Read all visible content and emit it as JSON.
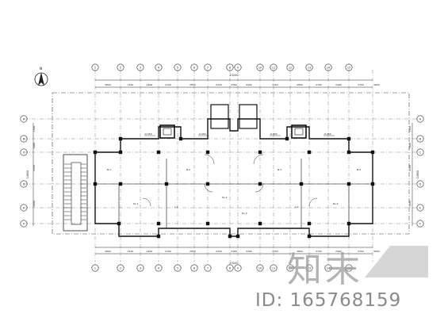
{
  "drawing": {
    "top_dims": [
      "3600",
      "3150",
      "2400",
      "2700",
      "2850",
      "3150",
      "3300",
      "3300",
      "3150",
      "2850",
      "2700",
      "2400",
      "3150",
      "3600"
    ],
    "total_dim": "43200",
    "left_dims": [
      "1500",
      "3900",
      "4200",
      "3000"
    ],
    "left_total": "12600",
    "right_dims": [
      "1500",
      "3900",
      "4200",
      "3000"
    ],
    "right_total": "12600",
    "axis_top": [
      "1",
      "2",
      "3",
      "4",
      "5",
      "6",
      "7",
      "8",
      "9",
      "10",
      "11",
      "12",
      "13",
      "14",
      "15"
    ],
    "axis_side": [
      "A",
      "B",
      "C",
      "D",
      "E",
      "F"
    ],
    "level_tags": [
      "-0.050",
      "-0.050",
      "-0.050",
      "-0.050"
    ],
    "room_tags": [
      "B-1",
      "B-2",
      "B-3",
      "B-4",
      "KL-1",
      "KL-2",
      "KL-3",
      "KL-4",
      "L-1",
      "L-2"
    ],
    "north_label": "N"
  },
  "watermark": {
    "logo": "知末",
    "id_text": "ID: 165768159"
  },
  "colors": {
    "line": "#1a1a1a",
    "watermark": "#8a8a8a"
  }
}
